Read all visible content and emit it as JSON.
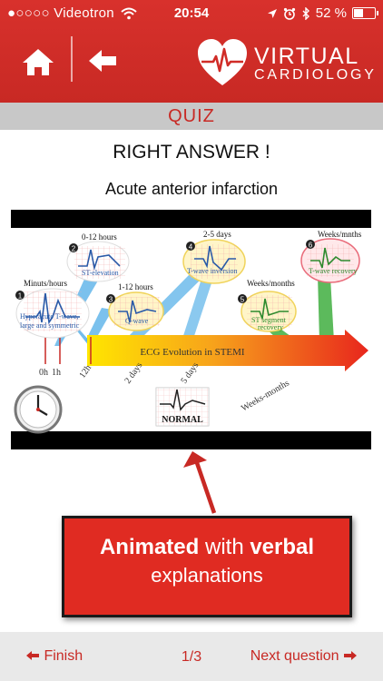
{
  "status_bar": {
    "carrier": "●○○○○ Videotron",
    "time": "20:54",
    "battery_text": "52 %",
    "battery_level": 0.52
  },
  "header": {
    "brand_line1": "VIRTUAL",
    "brand_line2": "CARDIOLOGY",
    "accent": "#c82924"
  },
  "quiz_bar": {
    "title": "QUIZ"
  },
  "result": {
    "heading": "RIGHT ANSWER !",
    "diagnosis": "Acute anterior infarction"
  },
  "figure": {
    "timeline_title": "ECG Evolution in STEMI",
    "stages": [
      {
        "number": "1",
        "time": "Minuts/hours",
        "label_line1": "Hyperacute T-wave,",
        "label_line2": "large and symmetric"
      },
      {
        "number": "2",
        "time": "0-12 hours",
        "label_line1": "ST-elevation"
      },
      {
        "number": "3",
        "time": "1-12 hours",
        "label_line1": "Q-wave"
      },
      {
        "number": "4",
        "time": "2-5 days",
        "label_line1": "T-wave inversion"
      },
      {
        "number": "5",
        "time": "Weeks/months",
        "label_line1": "ST segment",
        "label_line2": "recovery"
      },
      {
        "number": "6",
        "time": "Weeks/mnths",
        "label_line1": "T-wave recovery"
      }
    ],
    "ticks": [
      "0h",
      "1h",
      "12h",
      "2 days",
      "5 days",
      "Weeks-months"
    ],
    "normal_label": "NORMAL"
  },
  "callout": {
    "bold1": "Animated",
    "mid": " with ",
    "bold2": "verbal",
    "line2": "explanations"
  },
  "footer": {
    "finish_label": "Finish",
    "page_indicator": "1/3",
    "next_label": "Next question"
  }
}
